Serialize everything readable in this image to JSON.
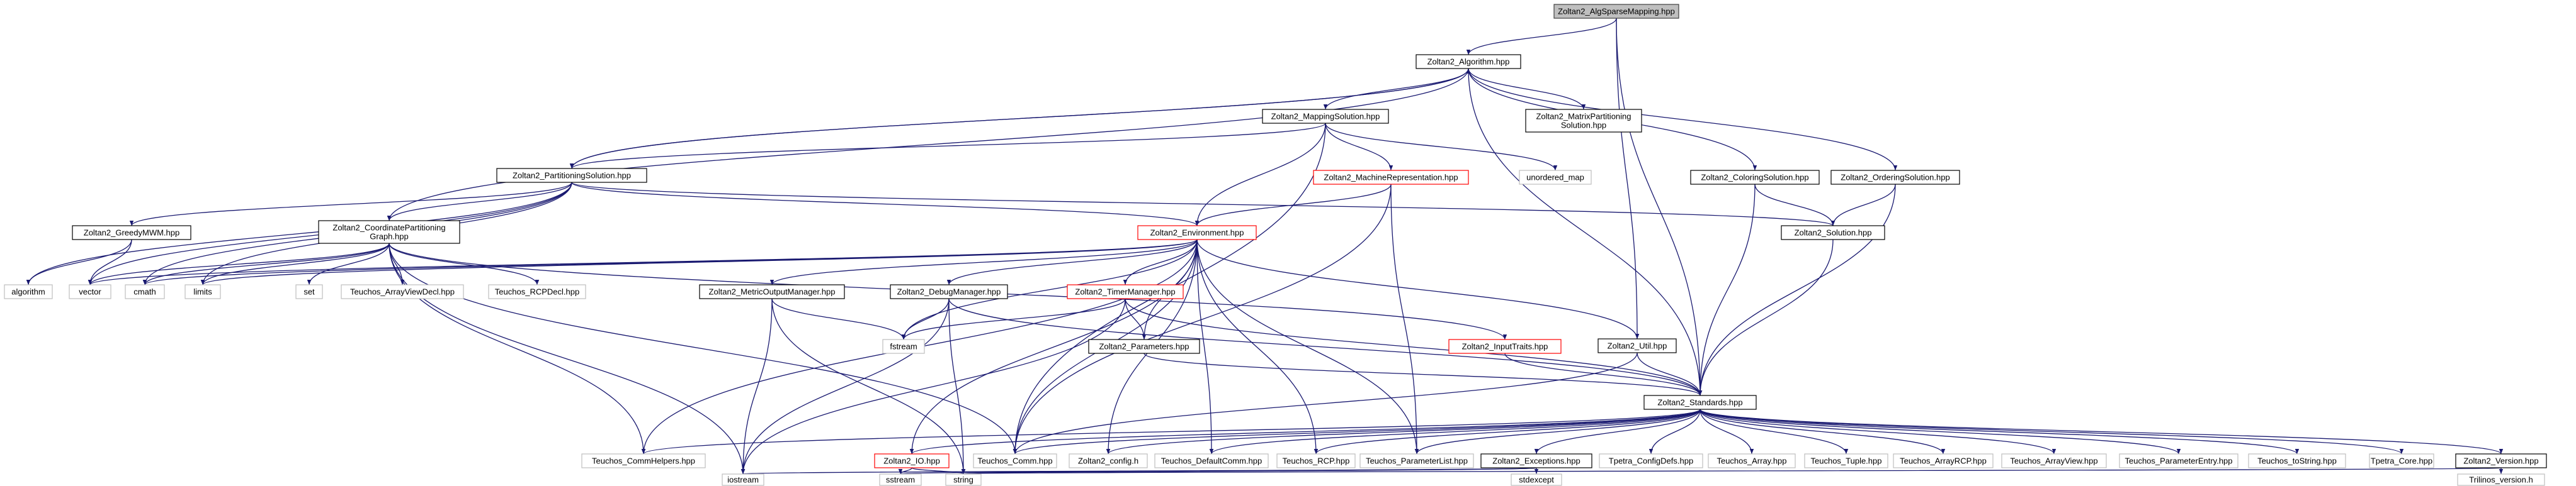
{
  "nodes": [
    {
      "id": "root",
      "lines": [
        "Zoltan2_AlgSparseMapping.hpp"
      ],
      "border": "#404040",
      "fill": "#bfbfbf",
      "link": false
    },
    {
      "id": "algorithm_hpp",
      "lines": [
        "Zoltan2_Algorithm.hpp"
      ],
      "border": "#000000",
      "fill": "#ffffff",
      "link": true
    },
    {
      "id": "mapping_solution",
      "lines": [
        "Zoltan2_MappingSolution.hpp"
      ],
      "border": "#000000",
      "fill": "#ffffff",
      "link": true
    },
    {
      "id": "matrix_partitioning",
      "lines": [
        "Zoltan2_MatrixPartitioning",
        "Solution.hpp"
      ],
      "border": "#000000",
      "fill": "#ffffff",
      "link": true
    },
    {
      "id": "partitioning_solution",
      "lines": [
        "Zoltan2_PartitioningSolution.hpp"
      ],
      "border": "#000000",
      "fill": "#ffffff",
      "link": true
    },
    {
      "id": "machine_rep",
      "lines": [
        "Zoltan2_MachineRepresentation.hpp"
      ],
      "border": "#ff0000",
      "fill": "#ffffff",
      "link": true
    },
    {
      "id": "unordered_map",
      "lines": [
        "unordered_map"
      ],
      "border": "#bfbfbf",
      "fill": "#ffffff",
      "link": false
    },
    {
      "id": "coloring_solution",
      "lines": [
        "Zoltan2_ColoringSolution.hpp"
      ],
      "border": "#000000",
      "fill": "#ffffff",
      "link": true
    },
    {
      "id": "ordering_solution",
      "lines": [
        "Zoltan2_OrderingSolution.hpp"
      ],
      "border": "#000000",
      "fill": "#ffffff",
      "link": true
    },
    {
      "id": "greedy_mwm",
      "lines": [
        "Zoltan2_GreedyMWM.hpp"
      ],
      "border": "#000000",
      "fill": "#ffffff",
      "link": true
    },
    {
      "id": "coord_graph",
      "lines": [
        "Zoltan2_CoordinatePartitioning",
        "Graph.hpp"
      ],
      "border": "#000000",
      "fill": "#ffffff",
      "link": true
    },
    {
      "id": "environment",
      "lines": [
        "Zoltan2_Environment.hpp"
      ],
      "border": "#ff0000",
      "fill": "#ffffff",
      "link": true
    },
    {
      "id": "solution_hpp",
      "lines": [
        "Zoltan2_Solution.hpp"
      ],
      "border": "#000000",
      "fill": "#ffffff",
      "link": true
    },
    {
      "id": "std_algorithm",
      "lines": [
        "algorithm"
      ],
      "border": "#bfbfbf",
      "fill": "#ffffff",
      "link": false
    },
    {
      "id": "vector",
      "lines": [
        "vector"
      ],
      "border": "#bfbfbf",
      "fill": "#ffffff",
      "link": false
    },
    {
      "id": "cmath",
      "lines": [
        "cmath"
      ],
      "border": "#bfbfbf",
      "fill": "#ffffff",
      "link": false
    },
    {
      "id": "limits",
      "lines": [
        "limits"
      ],
      "border": "#bfbfbf",
      "fill": "#ffffff",
      "link": false
    },
    {
      "id": "set",
      "lines": [
        "set"
      ],
      "border": "#bfbfbf",
      "fill": "#ffffff",
      "link": false
    },
    {
      "id": "array_view_decl",
      "lines": [
        "Teuchos_ArrayViewDecl.hpp"
      ],
      "border": "#bfbfbf",
      "fill": "#ffffff",
      "link": false
    },
    {
      "id": "rcp_decl",
      "lines": [
        "Teuchos_RCPDecl.hpp"
      ],
      "border": "#bfbfbf",
      "fill": "#ffffff",
      "link": false
    },
    {
      "id": "metric_output",
      "lines": [
        "Zoltan2_MetricOutputManager.hpp"
      ],
      "border": "#000000",
      "fill": "#ffffff",
      "link": true
    },
    {
      "id": "debug_manager",
      "lines": [
        "Zoltan2_DebugManager.hpp"
      ],
      "border": "#000000",
      "fill": "#ffffff",
      "link": true
    },
    {
      "id": "timer_manager",
      "lines": [
        "Zoltan2_TimerManager.hpp"
      ],
      "border": "#ff0000",
      "fill": "#ffffff",
      "link": true
    },
    {
      "id": "util_hpp",
      "lines": [
        "Zoltan2_Util.hpp"
      ],
      "border": "#000000",
      "fill": "#ffffff",
      "link": true
    },
    {
      "id": "fstream",
      "lines": [
        "fstream"
      ],
      "border": "#bfbfbf",
      "fill": "#ffffff",
      "link": false
    },
    {
      "id": "parameters",
      "lines": [
        "Zoltan2_Parameters.hpp"
      ],
      "border": "#000000",
      "fill": "#ffffff",
      "link": true
    },
    {
      "id": "input_traits",
      "lines": [
        "Zoltan2_InputTraits.hpp"
      ],
      "border": "#ff0000",
      "fill": "#ffffff",
      "link": true
    },
    {
      "id": "standards",
      "lines": [
        "Zoltan2_Standards.hpp"
      ],
      "border": "#000000",
      "fill": "#ffffff",
      "link": true
    },
    {
      "id": "comm_helpers",
      "lines": [
        "Teuchos_CommHelpers.hpp"
      ],
      "border": "#bfbfbf",
      "fill": "#ffffff",
      "link": false
    },
    {
      "id": "io_hpp",
      "lines": [
        "Zoltan2_IO.hpp"
      ],
      "border": "#ff0000",
      "fill": "#ffffff",
      "link": true
    },
    {
      "id": "comm_hpp",
      "lines": [
        "Teuchos_Comm.hpp"
      ],
      "border": "#bfbfbf",
      "fill": "#ffffff",
      "link": false
    },
    {
      "id": "config_h",
      "lines": [
        "Zoltan2_config.h"
      ],
      "border": "#bfbfbf",
      "fill": "#ffffff",
      "link": false
    },
    {
      "id": "default_comm",
      "lines": [
        "Teuchos_DefaultComm.hpp"
      ],
      "border": "#bfbfbf",
      "fill": "#ffffff",
      "link": false
    },
    {
      "id": "rcp_hpp",
      "lines": [
        "Teuchos_RCP.hpp"
      ],
      "border": "#bfbfbf",
      "fill": "#ffffff",
      "link": false
    },
    {
      "id": "param_list",
      "lines": [
        "Teuchos_ParameterList.hpp"
      ],
      "border": "#bfbfbf",
      "fill": "#ffffff",
      "link": false
    },
    {
      "id": "exceptions",
      "lines": [
        "Zoltan2_Exceptions.hpp"
      ],
      "border": "#000000",
      "fill": "#ffffff",
      "link": true
    },
    {
      "id": "tpetra_config",
      "lines": [
        "Tpetra_ConfigDefs.hpp"
      ],
      "border": "#bfbfbf",
      "fill": "#ffffff",
      "link": false
    },
    {
      "id": "array_hpp",
      "lines": [
        "Teuchos_Array.hpp"
      ],
      "border": "#bfbfbf",
      "fill": "#ffffff",
      "link": false
    },
    {
      "id": "tuple_hpp",
      "lines": [
        "Teuchos_Tuple.hpp"
      ],
      "border": "#bfbfbf",
      "fill": "#ffffff",
      "link": false
    },
    {
      "id": "array_rcp",
      "lines": [
        "Teuchos_ArrayRCP.hpp"
      ],
      "border": "#bfbfbf",
      "fill": "#ffffff",
      "link": false
    },
    {
      "id": "array_view",
      "lines": [
        "Teuchos_ArrayView.hpp"
      ],
      "border": "#bfbfbf",
      "fill": "#ffffff",
      "link": false
    },
    {
      "id": "param_entry",
      "lines": [
        "Teuchos_ParameterEntry.hpp"
      ],
      "border": "#bfbfbf",
      "fill": "#ffffff",
      "link": false
    },
    {
      "id": "to_string",
      "lines": [
        "Teuchos_toString.hpp"
      ],
      "border": "#bfbfbf",
      "fill": "#ffffff",
      "link": false
    },
    {
      "id": "tpetra_core",
      "lines": [
        "Tpetra_Core.hpp"
      ],
      "border": "#bfbfbf",
      "fill": "#ffffff",
      "link": false
    },
    {
      "id": "version_hpp",
      "lines": [
        "Zoltan2_Version.hpp"
      ],
      "border": "#000000",
      "fill": "#ffffff",
      "link": true
    },
    {
      "id": "iostream",
      "lines": [
        "iostream"
      ],
      "border": "#bfbfbf",
      "fill": "#ffffff",
      "link": false
    },
    {
      "id": "sstream",
      "lines": [
        "sstream"
      ],
      "border": "#bfbfbf",
      "fill": "#ffffff",
      "link": false
    },
    {
      "id": "string",
      "lines": [
        "string"
      ],
      "border": "#bfbfbf",
      "fill": "#ffffff",
      "link": false
    },
    {
      "id": "stdexcept",
      "lines": [
        "stdexcept"
      ],
      "border": "#bfbfbf",
      "fill": "#ffffff",
      "link": false
    },
    {
      "id": "trilinos_version",
      "lines": [
        "Trilinos_version.h"
      ],
      "border": "#bfbfbf",
      "fill": "#ffffff",
      "link": false
    }
  ],
  "edges": [
    [
      "root",
      "algorithm_hpp"
    ],
    [
      "root",
      "util_hpp"
    ],
    [
      "root",
      "standards"
    ],
    [
      "algorithm_hpp",
      "mapping_solution"
    ],
    [
      "algorithm_hpp",
      "matrix_partitioning"
    ],
    [
      "algorithm_hpp",
      "partitioning_solution"
    ],
    [
      "algorithm_hpp",
      "coloring_solution"
    ],
    [
      "algorithm_hpp",
      "ordering_solution"
    ],
    [
      "algorithm_hpp",
      "coord_graph"
    ],
    [
      "algorithm_hpp",
      "standards"
    ],
    [
      "mapping_solution",
      "partitioning_solution"
    ],
    [
      "mapping_solution",
      "machine_rep"
    ],
    [
      "mapping_solution",
      "unordered_map"
    ],
    [
      "mapping_solution",
      "environment"
    ],
    [
      "mapping_solution",
      "comm_hpp"
    ],
    [
      "partitioning_solution",
      "algorithm_hpp"
    ],
    [
      "partitioning_solution",
      "greedy_mwm"
    ],
    [
      "partitioning_solution",
      "coord_graph"
    ],
    [
      "partitioning_solution",
      "environment"
    ],
    [
      "partitioning_solution",
      "solution_hpp"
    ],
    [
      "partitioning_solution",
      "std_algorithm"
    ],
    [
      "partitioning_solution",
      "vector"
    ],
    [
      "partitioning_solution",
      "cmath"
    ],
    [
      "partitioning_solution",
      "limits"
    ],
    [
      "machine_rep",
      "environment"
    ],
    [
      "machine_rep",
      "comm_hpp"
    ],
    [
      "machine_rep",
      "param_list"
    ],
    [
      "coloring_solution",
      "solution_hpp"
    ],
    [
      "coloring_solution",
      "standards"
    ],
    [
      "ordering_solution",
      "solution_hpp"
    ],
    [
      "ordering_solution",
      "standards"
    ],
    [
      "greedy_mwm",
      "std_algorithm"
    ],
    [
      "greedy_mwm",
      "vector"
    ],
    [
      "coord_graph",
      "vector"
    ],
    [
      "coord_graph",
      "cmath"
    ],
    [
      "coord_graph",
      "limits"
    ],
    [
      "coord_graph",
      "set"
    ],
    [
      "coord_graph",
      "array_view_decl"
    ],
    [
      "coord_graph",
      "rcp_decl"
    ],
    [
      "coord_graph",
      "comm_hpp"
    ],
    [
      "coord_graph",
      "comm_helpers"
    ],
    [
      "coord_graph",
      "iostream"
    ],
    [
      "coord_graph",
      "input_traits"
    ],
    [
      "environment",
      "metric_output"
    ],
    [
      "environment",
      "debug_manager"
    ],
    [
      "environment",
      "timer_manager"
    ],
    [
      "environment",
      "util_hpp"
    ],
    [
      "environment",
      "fstream"
    ],
    [
      "environment",
      "parameters"
    ],
    [
      "environment",
      "comm_helpers"
    ],
    [
      "environment",
      "io_hpp"
    ],
    [
      "environment",
      "comm_hpp"
    ],
    [
      "environment",
      "config_h"
    ],
    [
      "environment",
      "default_comm"
    ],
    [
      "environment",
      "rcp_hpp"
    ],
    [
      "environment",
      "param_list"
    ],
    [
      "environment",
      "vector"
    ],
    [
      "environment",
      "cmath"
    ],
    [
      "environment",
      "limits"
    ],
    [
      "solution_hpp",
      "standards"
    ],
    [
      "metric_output",
      "fstream"
    ],
    [
      "metric_output",
      "iostream"
    ],
    [
      "metric_output",
      "string"
    ],
    [
      "debug_manager",
      "fstream"
    ],
    [
      "debug_manager",
      "iostream"
    ],
    [
      "debug_manager",
      "string"
    ],
    [
      "debug_manager",
      "standards"
    ],
    [
      "timer_manager",
      "fstream"
    ],
    [
      "timer_manager",
      "parameters"
    ],
    [
      "timer_manager",
      "standards"
    ],
    [
      "timer_manager",
      "iostream"
    ],
    [
      "util_hpp",
      "standards"
    ],
    [
      "util_hpp",
      "comm_hpp"
    ],
    [
      "parameters",
      "standards"
    ],
    [
      "input_traits",
      "standards"
    ],
    [
      "io_hpp",
      "sstream"
    ],
    [
      "io_hpp",
      "string"
    ],
    [
      "standards",
      "comm_helpers"
    ],
    [
      "standards",
      "io_hpp"
    ],
    [
      "standards",
      "comm_hpp"
    ],
    [
      "standards",
      "config_h"
    ],
    [
      "standards",
      "default_comm"
    ],
    [
      "standards",
      "rcp_hpp"
    ],
    [
      "standards",
      "param_list"
    ],
    [
      "standards",
      "exceptions"
    ],
    [
      "standards",
      "tpetra_config"
    ],
    [
      "standards",
      "array_hpp"
    ],
    [
      "standards",
      "tuple_hpp"
    ],
    [
      "standards",
      "array_rcp"
    ],
    [
      "standards",
      "array_view"
    ],
    [
      "standards",
      "param_entry"
    ],
    [
      "standards",
      "to_string"
    ],
    [
      "standards",
      "tpetra_core"
    ],
    [
      "standards",
      "version_hpp"
    ],
    [
      "exceptions",
      "iostream"
    ],
    [
      "exceptions",
      "sstream"
    ],
    [
      "exceptions",
      "string"
    ],
    [
      "exceptions",
      "stdexcept"
    ],
    [
      "version_hpp",
      "string"
    ],
    [
      "version_hpp",
      "trilinos_version"
    ]
  ]
}
